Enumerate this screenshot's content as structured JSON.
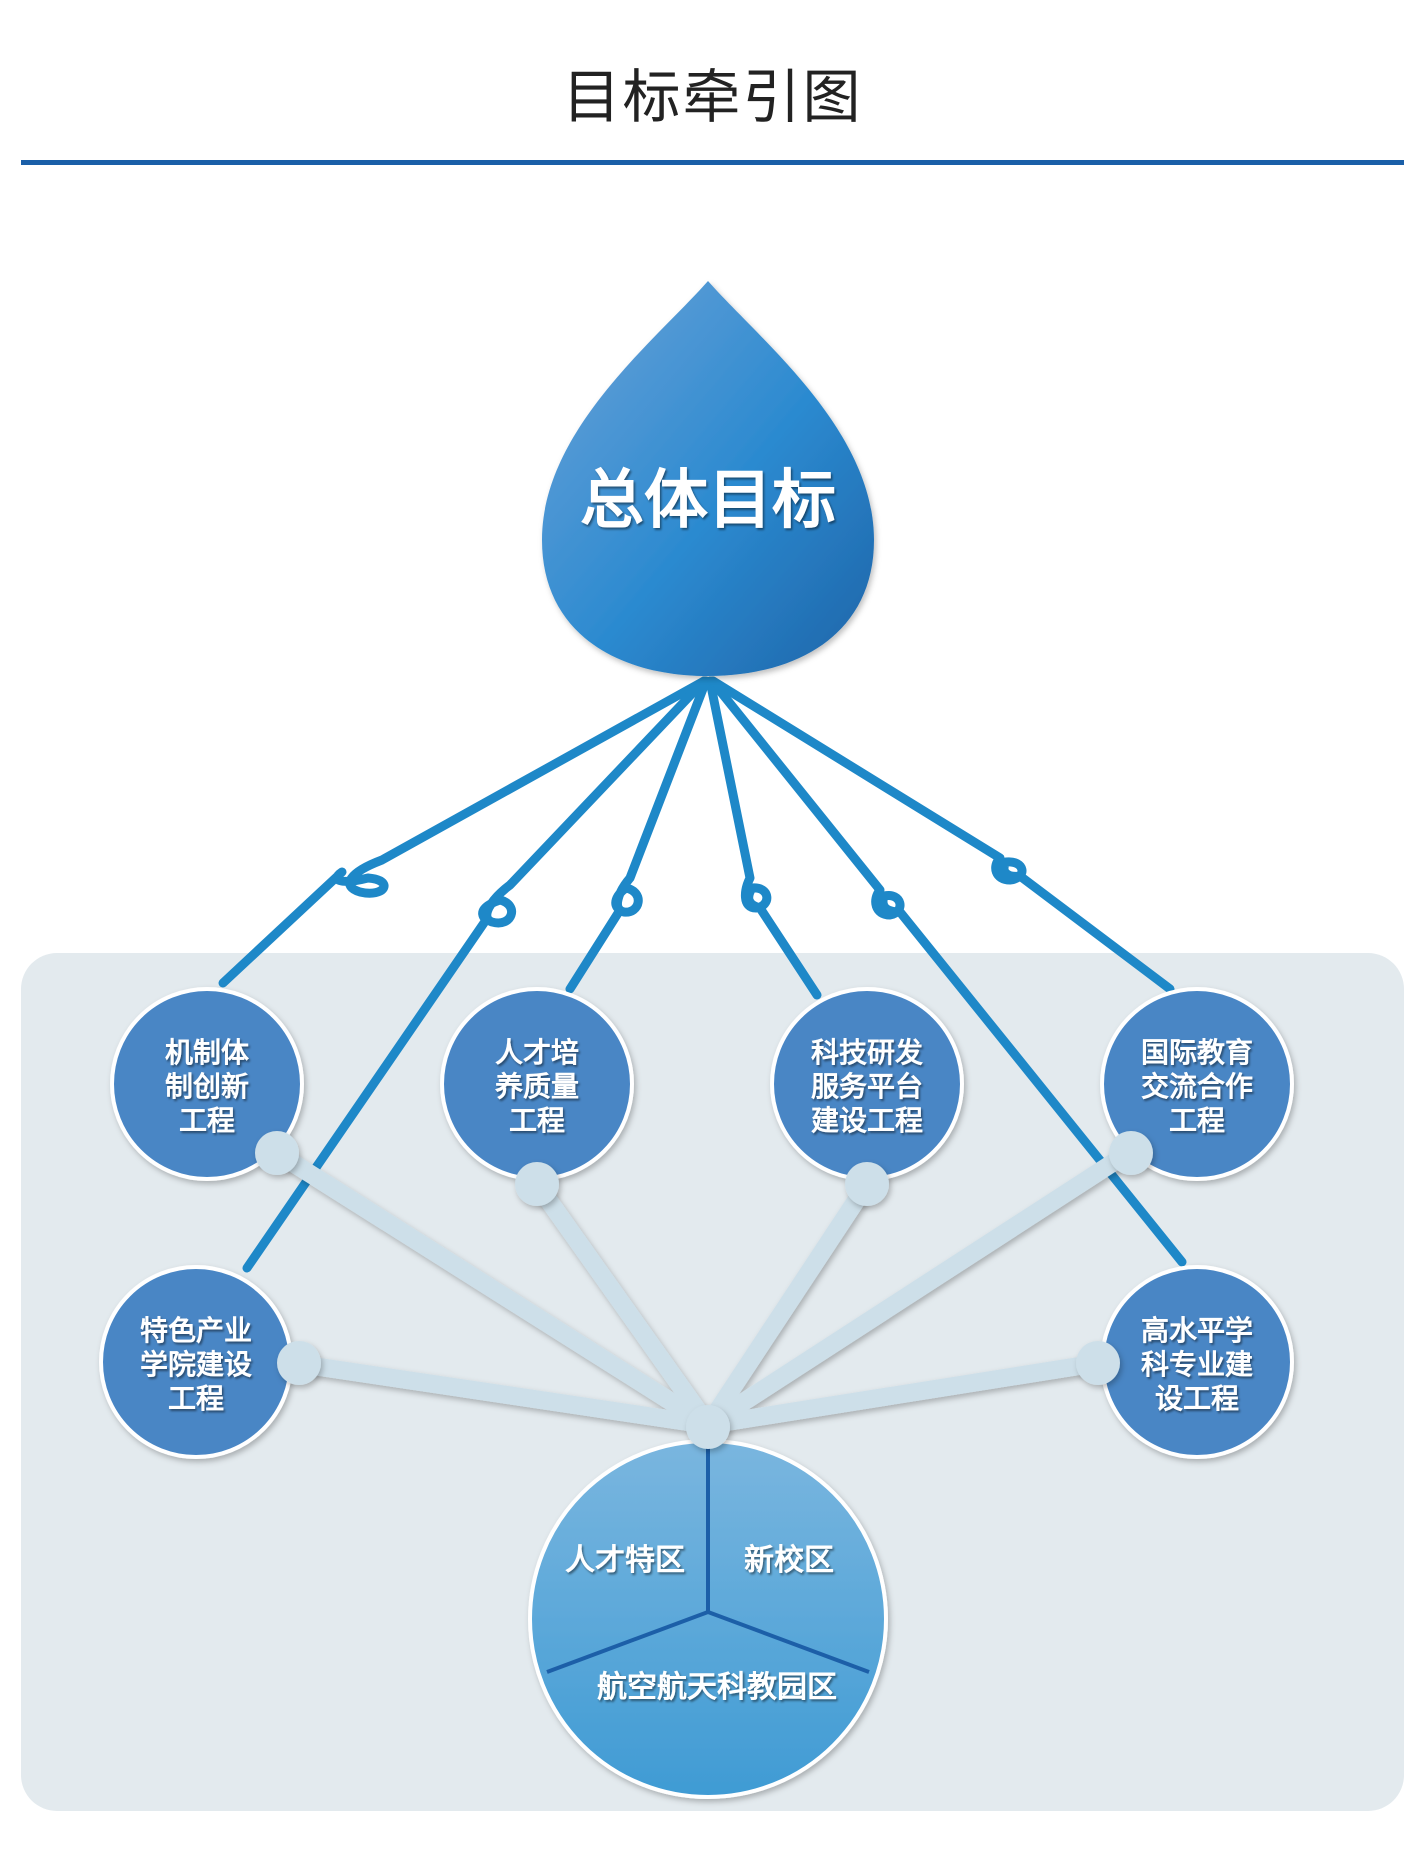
{
  "page": {
    "title": "目标牵引图"
  },
  "goal": {
    "label": "总体目标"
  },
  "projects": [
    {
      "id": "mechanism",
      "lines": [
        "机制体",
        "制创新",
        "工程"
      ]
    },
    {
      "id": "talent",
      "lines": [
        "人才培",
        "养质量",
        "工程"
      ]
    },
    {
      "id": "research",
      "lines": [
        "科技研发",
        "服务平台",
        "建设工程"
      ]
    },
    {
      "id": "international",
      "lines": [
        "国际教育",
        "交流合作",
        "工程"
      ]
    },
    {
      "id": "industry-college",
      "lines": [
        "特色产业",
        "学院建设",
        "工程"
      ]
    },
    {
      "id": "discipline",
      "lines": [
        "高水平学",
        "科专业建",
        "设工程"
      ]
    }
  ],
  "base": {
    "segments": [
      "人才特区",
      "新校区",
      "航空航天科教园区"
    ]
  },
  "colors": {
    "rule": "#1a5fa8",
    "panel": "#e3eaee",
    "link": "#1e88c8",
    "node": "#4a86c5",
    "connector": "#cddfe9",
    "base_top": "#7ab6df",
    "base_bottom": "#3f9bd4"
  }
}
